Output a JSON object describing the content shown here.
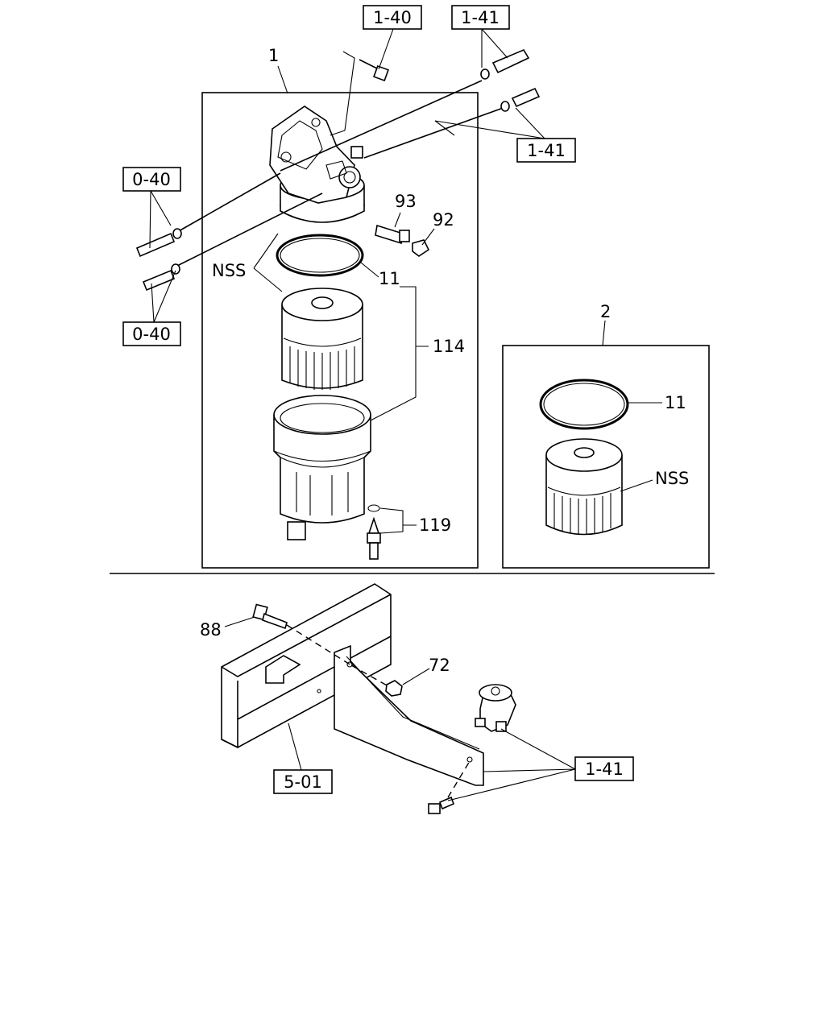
{
  "labels": {
    "assembly_1": "1",
    "assembly_2": "2",
    "nss_1": "NSS",
    "nss_2": "NSS",
    "part_11_a": "11",
    "part_11_b": "11",
    "part_114": "114",
    "part_119": "119",
    "part_93": "93",
    "part_92": "92",
    "part_88": "88",
    "part_72": "72"
  },
  "refs": {
    "r_1_40": "1-40",
    "r_1_41_top": "1-41",
    "r_1_41_right": "1-41",
    "r_0_40_upper": "0-40",
    "r_0_40_lower": "0-40",
    "r_5_01": "5-01",
    "r_1_41_bottom": "1-41"
  }
}
